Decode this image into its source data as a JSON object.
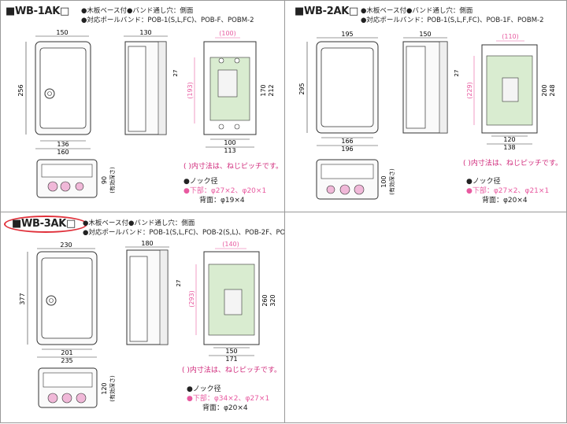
{
  "colors": {
    "pink": "#e85aa0",
    "dim_pink": "#d0287a",
    "green": "#d9ecd0",
    "circle": "#e0303a"
  },
  "products": [
    {
      "title": "■WB-1AK□",
      "spec1": "●木板ベース付●バンド通し穴：側面",
      "spec2": "●対応ポールバンド：POB-1(S,L,FC)、POB-F、POBM-2",
      "front": {
        "width": "150",
        "height": "256",
        "inner1": "136",
        "inner2": "160"
      },
      "side": {
        "depth": "130",
        "d": "27"
      },
      "interior": {
        "pitch_w": "(100)",
        "pitch_h": "(193)",
        "h1": "170",
        "h2": "212",
        "w1": "100",
        "w2": "113"
      },
      "bottom": {
        "depth": "90",
        "eff": "(有効深さ)"
      },
      "note": "( )内寸法は、ねじピッチです。",
      "knock_title": "●ノック径",
      "knock_lower": "●下部：φ27×2、φ20×1",
      "knock_back": "背面：φ19×4"
    },
    {
      "title": "■WB-2AK□",
      "spec1": "●木板ベース付●バンド通し穴：側面",
      "spec2": "●対応ポールバンド：POB-1(S,L,F,FC)、POB-1F、POBM-2",
      "front": {
        "width": "195",
        "height": "295",
        "inner1": "166",
        "inner2": "196"
      },
      "side": {
        "depth": "150",
        "d": "27"
      },
      "interior": {
        "pitch_w": "(110)",
        "pitch_h": "(229)",
        "h1": "200",
        "h2": "248",
        "w1": "120",
        "w2": "138"
      },
      "bottom": {
        "depth": "100",
        "eff": "(有効深さ)"
      },
      "note": "( )内寸法は、ねじピッチです。",
      "knock_title": "●ノック径",
      "knock_lower": "●下部：φ27×2、φ21×1",
      "knock_back": "背面：φ20×4"
    },
    {
      "title": "■WB-3AK□",
      "spec1": "●木板ベース付●バンド通し穴：側面",
      "spec2": "●対応ポールバンド：POB-1(S,L,FC)、POB-2(S,L)、POB-2F、POBM-2",
      "front": {
        "width": "230",
        "height": "377",
        "inner1": "201",
        "inner2": "235"
      },
      "side": {
        "depth": "180",
        "d": "27"
      },
      "interior": {
        "pitch_w": "(140)",
        "pitch_h": "(293)",
        "h1": "260",
        "h2": "320",
        "w1": "150",
        "w2": "171"
      },
      "bottom": {
        "depth": "120",
        "eff": "(有効深さ)"
      },
      "note": "( )内寸法は、ねじピッチです。",
      "knock_title": "●ノック径",
      "knock_lower": "●下部：φ34×2、φ27×1",
      "knock_back": "背面：φ20×4"
    }
  ]
}
